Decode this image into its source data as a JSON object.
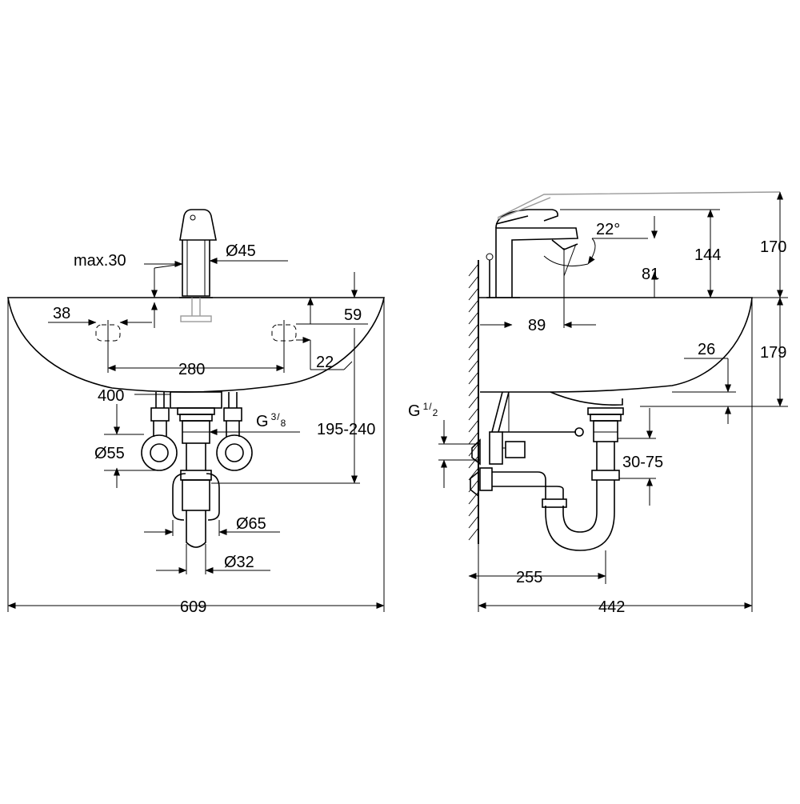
{
  "front_view": {
    "max_outlet_distance": "max.30",
    "spout_diameter": "Ø45",
    "hole_offset": "38",
    "hole_spacing": "280",
    "basin_depth_rim": "59",
    "hole_size": "22",
    "hose_length": "400",
    "connection_thread_base": "G",
    "connection_thread_num": "3",
    "connection_thread_den": "8",
    "drain_height_range": "195-240",
    "rosette_diameter": "Ø55",
    "trap_diameter": "Ø65",
    "pipe_diameter": "Ø32",
    "basin_width": "609"
  },
  "side_view": {
    "spout_angle": "22°",
    "tap_height": "144",
    "total_height": "170",
    "spout_height": "81",
    "spout_projection": "89",
    "rim_to_drain": "26",
    "basin_height": "179",
    "supply_thread_base": "G",
    "supply_thread_num": "1",
    "supply_thread_den": "2",
    "trap_adjust_range": "30-75",
    "trap_projection": "255",
    "basin_projection": "442"
  }
}
